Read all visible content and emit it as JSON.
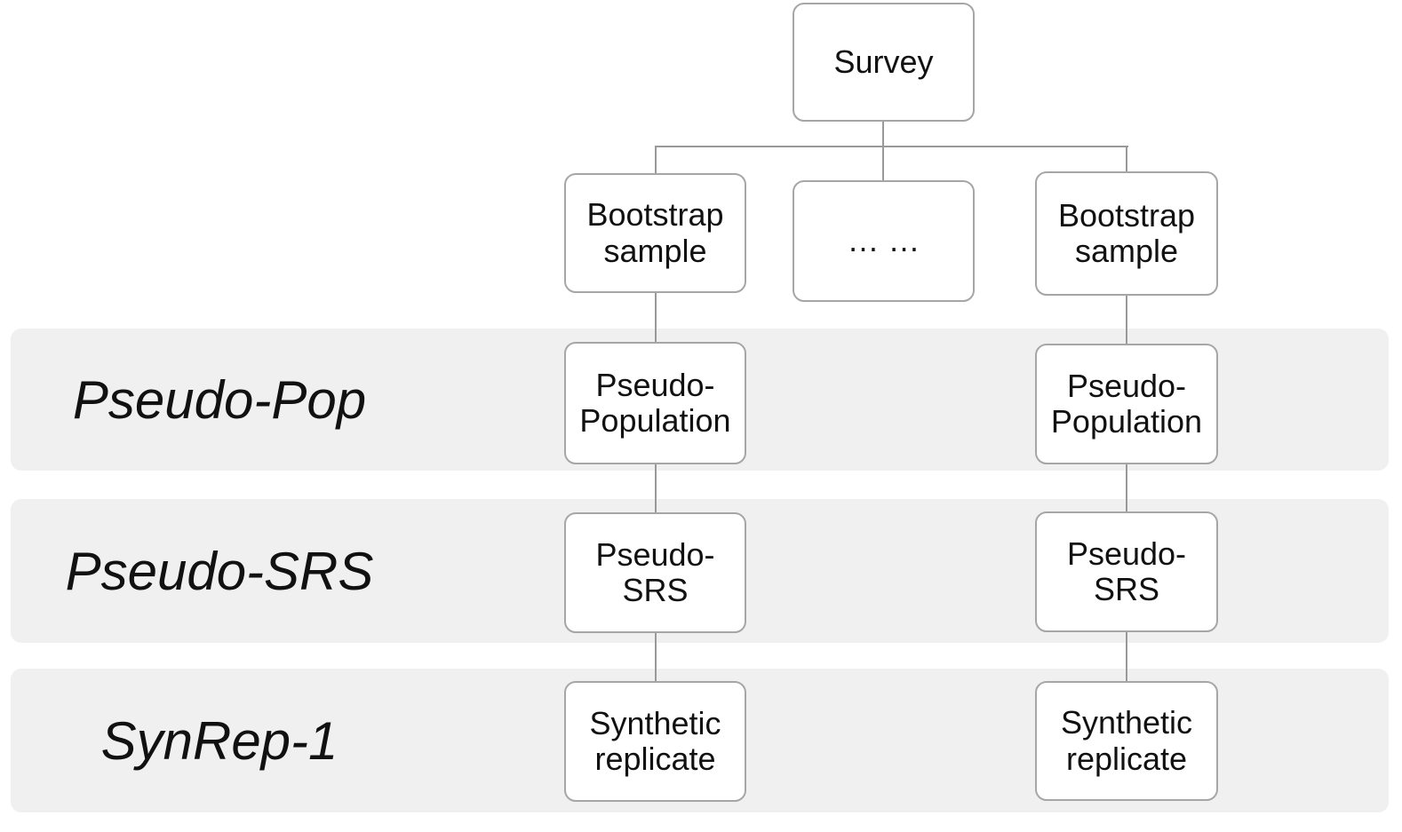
{
  "diagram": {
    "bands": [
      {
        "label": "Pseudo-Pop"
      },
      {
        "label": "Pseudo-SRS"
      },
      {
        "label": "SynRep-1"
      }
    ],
    "nodes": {
      "survey": {
        "label": "Survey"
      },
      "bootstrap_left": {
        "label": "Bootstrap\nsample"
      },
      "ellipsis": {
        "label": "… …"
      },
      "bootstrap_right": {
        "label": "Bootstrap\nsample"
      },
      "pseudo_pop_left": {
        "label": "Pseudo-\nPopulation"
      },
      "pseudo_pop_right": {
        "label": "Pseudo-\nPopulation"
      },
      "pseudo_srs_left": {
        "label": "Pseudo-\nSRS"
      },
      "pseudo_srs_right": {
        "label": "Pseudo-\nSRS"
      },
      "synthetic_left": {
        "label": "Synthetic\nreplicate"
      },
      "synthetic_right": {
        "label": "Synthetic\nreplicate"
      }
    },
    "colors": {
      "background": "#ffffff",
      "band": "#f0f0f0",
      "node_fill": "#ffffff",
      "node_border": "#a6a6a6",
      "connector": "#999999",
      "text": "#111111"
    }
  }
}
